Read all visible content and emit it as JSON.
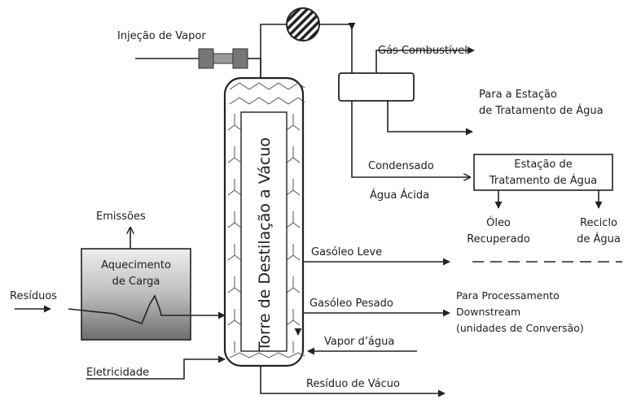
{
  "labels": {
    "steam_injection": "Injeção de Vapor",
    "fuel_gas": "Gás Combustível",
    "to_water_treatment_1": "Para a Estação",
    "to_water_treatment_2": "de Tratamento de Água",
    "condensate": "Condensado",
    "sour_water": "Água Ácida",
    "water_treatment_station_1": "Estação de",
    "water_treatment_station_2": "Tratamento de Água",
    "recovered_oil_1": "Óleo",
    "recovered_oil_2": "Recuperado",
    "water_recycle_1": "Reciclo",
    "water_recycle_2": "de Água",
    "emissions": "Emissões",
    "charge_heating_1": "Aquecimento",
    "charge_heating_2": "de Carga",
    "residues": "Resíduos",
    "vacuum_tower": "Torre de Destilação a Vácuo",
    "light_gasoil": "Gasóleo Leve",
    "heavy_gasoil": "Gasóleo Pesado",
    "downstream_1": "Para Processamento",
    "downstream_2": "Downstream",
    "downstream_3": "(unidades de Conversão)",
    "water_vapor": "Vapor d’água",
    "electricity": "Eletricidade",
    "vacuum_residue": "Resíduo de Vácuo"
  }
}
